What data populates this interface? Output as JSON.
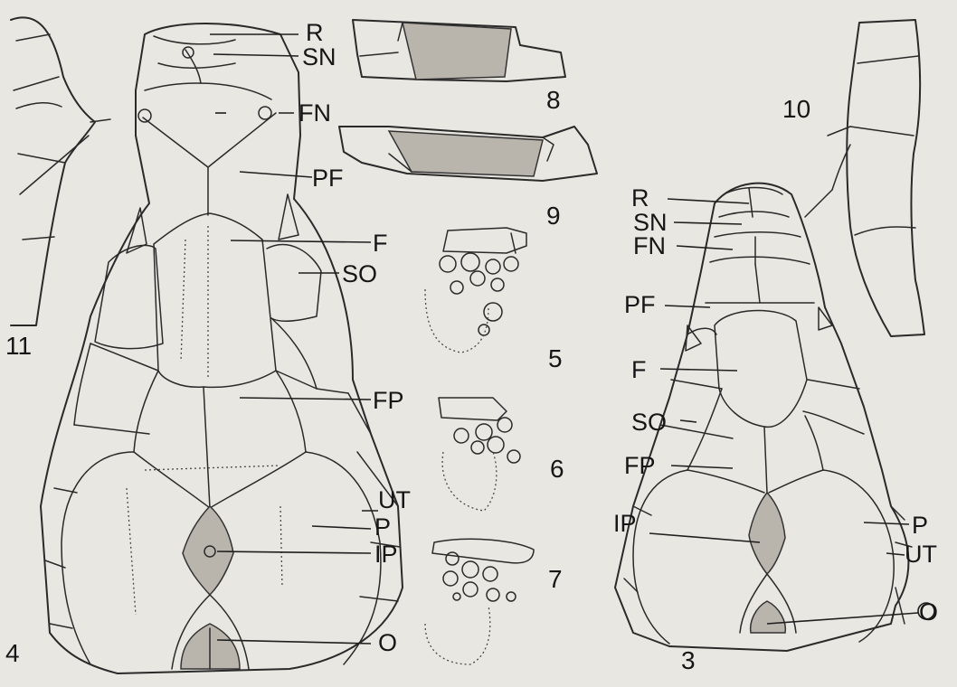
{
  "labels_fig4": {
    "r": "R",
    "sn": "SN",
    "fn": "FN",
    "pf": "PF",
    "f": "F",
    "so": "SO",
    "fp": "FP",
    "ut": "UT",
    "p": "P",
    "ip": "IP",
    "o": "O"
  },
  "labels_fig3": {
    "r": "R",
    "sn": "SN",
    "fn": "FN",
    "pf": "PF",
    "f": "F",
    "so": "SO",
    "fp": "FP",
    "ip": "IP",
    "p": "P",
    "ut": "UT",
    "o": "O"
  },
  "figure_numbers": {
    "n3": "3",
    "n4": "4",
    "n5": "5",
    "n6": "6",
    "n7": "7",
    "n8": "8",
    "n9": "9",
    "n10": "10",
    "n11": "11"
  }
}
